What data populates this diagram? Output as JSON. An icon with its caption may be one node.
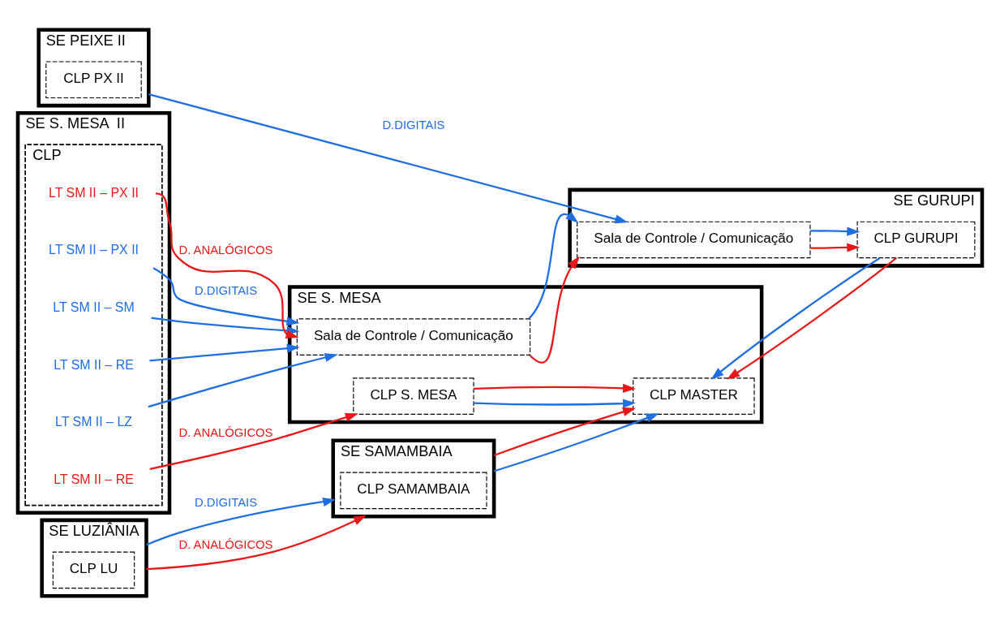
{
  "diagram": {
    "nodes": [
      {
        "text": [
          "SE S. MESA  II"
        ]
      },
      {
        "text": [
          "CLP"
        ],
        "in": 0
      },
      {
        "text": [
          "LT SM II – PX II"
        ],
        "in": 1
      },
      {
        "text": [
          "LT SM II – SM"
        ],
        "in": 1
      },
      {
        "text": [
          "LT SM II – RE"
        ],
        "in": 1
      },
      {
        "text": [
          "LT SM II – LZ"
        ],
        "in": 1
      },
      {
        "text": [
          "LT SM II – PX II"
        ],
        "in": 1
      },
      {
        "text": [
          "LT SM II – RE"
        ],
        "in": 1
      },
      {
        "text": [
          "SE S. MESA"
        ]
      },
      {
        "text": [
          "Sala de Controle / Comunicação"
        ],
        "in": 8
      },
      {
        "text": [
          "CLP S. MESA"
        ],
        "in": 8
      },
      {
        "text": [
          "CLP MASTER"
        ],
        "in": 8
      },
      {
        "text": [
          "SE GURUPI"
        ]
      },
      {
        "text": [
          "Sala de Controle / Comunicação"
        ],
        "in": 12
      },
      {
        "text": [
          "CLP GURUPI"
        ],
        "in": 12
      },
      {
        "text": [
          "SE PEIXE II"
        ]
      },
      {
        "text": [
          "CLP PX II"
        ],
        "in": 15
      },
      {
        "text": [
          "SE LUZIÂNIA"
        ]
      },
      {
        "text": [
          "CLP LU"
        ],
        "in": 17
      },
      {
        "text": [
          "SE SAMAMBAIA"
        ]
      },
      {
        "text": [
          "CLP SAMAMBAIA"
        ],
        "in": 19
      }
    ],
    "edges": [
      {
        "from": 2,
        "to": 9,
        "arrow": "to",
        "label": "D.DIGITAIS"
      },
      {
        "from": 3,
        "to": 9,
        "arrow": "to"
      },
      {
        "from": 4,
        "to": 9,
        "arrow": "to"
      },
      {
        "from": 5,
        "to": 9,
        "arrow": "to"
      },
      {
        "from": 6,
        "to": 9,
        "arrow": "to",
        "label": "D. ANALÓGICOS",
        "color": "#e81818"
      },
      {
        "from": 7,
        "to": 10,
        "arrow": "to",
        "label": "D. ANALÓGICOS",
        "color": "#e81818"
      },
      {
        "from": 9,
        "to": 13,
        "arrow": "to"
      },
      {
        "from": 9,
        "to": 13,
        "arrow": "to",
        "color": "#e81818"
      },
      {
        "from": 13,
        "to": 14,
        "arrow": "to",
        "color": "#e81818"
      },
      {
        "from": 13,
        "to": 14,
        "arrow": "to"
      },
      {
        "from": 14,
        "to": 11,
        "arrow": "to",
        "color": "#e81818"
      },
      {
        "from": 14,
        "to": 11,
        "arrow": "to"
      },
      {
        "from": 10,
        "to": 11,
        "arrow": "to"
      },
      {
        "from": 10,
        "to": 11,
        "arrow": "to",
        "color": "#e81818"
      },
      {
        "from": 15,
        "to": 13,
        "arrow": "to",
        "label": "D.DIGITAIS"
      },
      {
        "from": 19,
        "to": 11,
        "arrow": "to"
      },
      {
        "from": 19,
        "to": 11,
        "arrow": "to",
        "color": "#e81818"
      },
      {
        "from": 17,
        "to": 19,
        "arrow": "to",
        "label": "D.DIGITAIS"
      },
      {
        "from": 17,
        "to": 19,
        "arrow": "to",
        "label": "D. ANALÓGICOS",
        "color": "#e81818"
      }
    ]
  }
}
